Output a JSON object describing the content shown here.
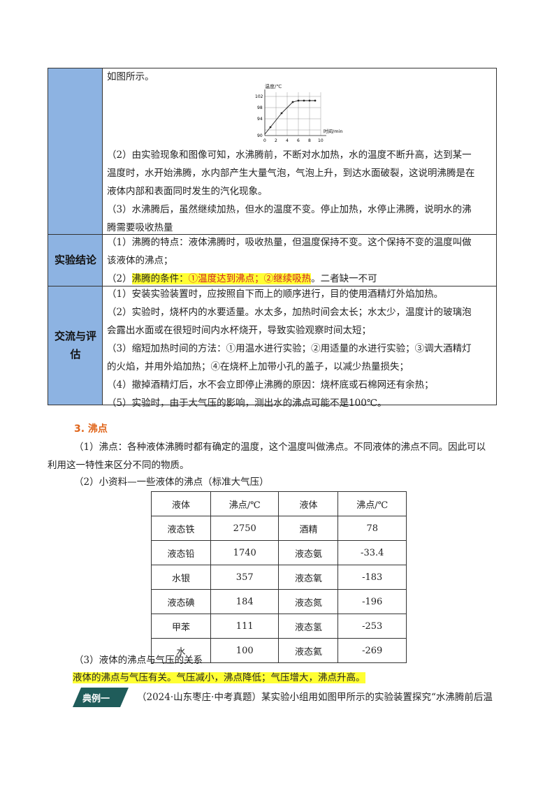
{
  "experiment_table": {
    "row1": {
      "intro": "如图所示。",
      "chart": {
        "ylabel": "温度/℃",
        "xlabel": "时间/min",
        "yticks": [
          "102",
          "98",
          "94",
          "90"
        ],
        "xticks": [
          "0",
          "2",
          "4",
          "6",
          "8",
          "10"
        ]
      },
      "lines": [
        "（2）由实验现象和图像可知，水沸腾前，不断对水加热，水的温度不断升高，达到某一",
        "温度时，水开始沸腾，水内部产生大量气泡，气泡上升，到达水面破裂，这说明沸腾是在",
        "液体内部和表面同时发生的汽化现象。",
        "（3）水沸腾后，虽然继续加热，但水的温度不变。停止加热，水停止沸腾，说明水的沸",
        "腾需要吸收热量"
      ]
    },
    "row2": {
      "label": "实验结论",
      "lines": [
        "（1）沸腾的特点：液体沸腾时，吸收热量，但温度保持不变。这个保持不变的温度叫做",
        "该液体的沸点；"
      ],
      "cond_prefix": "（2）",
      "cond_highlight_a": "沸腾的条件：",
      "cond_highlight_b": "①温度达到沸点；②继续吸热",
      "cond_suffix": "。二者缺一不可"
    },
    "row3": {
      "label_line1": "交流与评",
      "label_line2": "估",
      "lines": [
        "（1）安装实验装置时，应按照自下而上的顺序进行，目的使用酒精灯外焰加热。",
        "（2）实验时，烧杯内的水要适量。水太多，加热时间会太长；水太少，温度计的玻璃泡",
        "会露出水面或在很短时间内水杯烧开，导致实验观察时间太短；",
        "（3）缩短加热时间的方法：①用温水进行实验；②用适量的水进行实验；③调大酒精灯",
        "的火焰，并用外焰加热；④在烧杯上加带小孔的盖子，以减少热量损失；",
        "（4）撤掉酒精灯后，水不会立即停止沸腾的原因：烧杯底或石棉网还有余热；",
        "（5）实验时，由于大气压的影响，测出水的沸点可能不是100℃。"
      ]
    }
  },
  "section3": {
    "title": "3. 沸点",
    "p1_line1": "（1）沸点：各种液体沸腾时都有确定的温度，这个温度叫做沸点。不同液体的沸点不同。因此可以",
    "p1_line2": "利用这一特性来区分不同的物质。",
    "p2": "（2）小资料—一些液体的沸点（标准大气压）",
    "table": {
      "headers": [
        "液体",
        "沸点/℃",
        "液体",
        "沸点/℃"
      ],
      "rows": [
        [
          "液态铁",
          "2750",
          "酒精",
          "78"
        ],
        [
          "液态铅",
          "1740",
          "液态氨",
          "-33.4"
        ],
        [
          "水银",
          "357",
          "液态氧",
          "-183"
        ],
        [
          "液态碘",
          "184",
          "液态氮",
          "-196"
        ],
        [
          "甲苯",
          "111",
          "液态氢",
          "-253"
        ],
        [
          "水",
          "100",
          "液态氦",
          "-269"
        ]
      ]
    },
    "p3": "（3）液体的沸点与气压的关系",
    "p3_highlight": "液体的沸点与气压有关。气压减小，沸点降低；气压增大，沸点升高。"
  },
  "example": {
    "tag": "典例一",
    "text": "（2024·山东枣庄·中考真题）某实验小组用如图甲所示的实验装置探究“水沸腾前后温"
  },
  "colors": {
    "left_column": "#8db3e2",
    "highlight": "#ffff33",
    "highlight_red_text": "#d0202a",
    "section_title": "#e0651a",
    "example_tag": "#1f5c5a"
  }
}
